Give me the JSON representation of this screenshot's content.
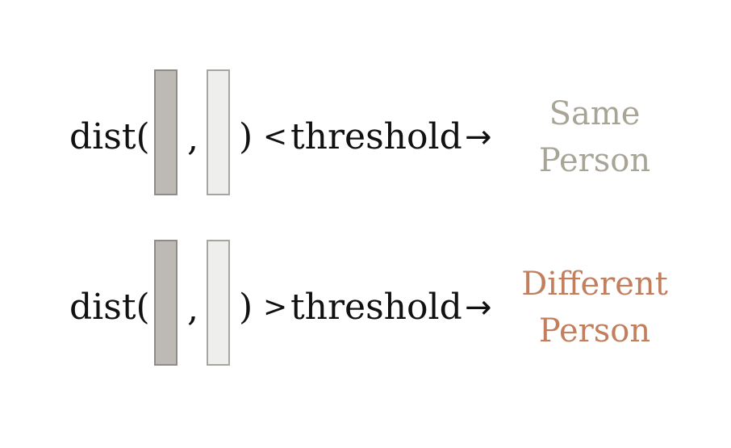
{
  "rows": [
    {
      "function_label": "dist(",
      "separator": ",",
      "close_paren": ")",
      "operator": "<",
      "threshold_label": "threshold",
      "arrow": "→",
      "result_line1": "Same",
      "result_line2": "Person",
      "result_color": "#a8a597",
      "vector_a": {
        "fill": "#bdb9b5",
        "border": "#8f8b86"
      },
      "vector_b": {
        "fill": "#eeeeec",
        "border": "#a8a49f"
      }
    },
    {
      "function_label": "dist(",
      "separator": ",",
      "close_paren": ")",
      "operator": ">",
      "threshold_label": "threshold",
      "arrow": "→",
      "result_line1": "Different",
      "result_line2": "Person",
      "result_color": "#c27f5d",
      "vector_a": {
        "fill": "#bdb9b5",
        "border": "#8f8b86"
      },
      "vector_b": {
        "fill": "#eeeeec",
        "border": "#a8a49f"
      }
    }
  ]
}
